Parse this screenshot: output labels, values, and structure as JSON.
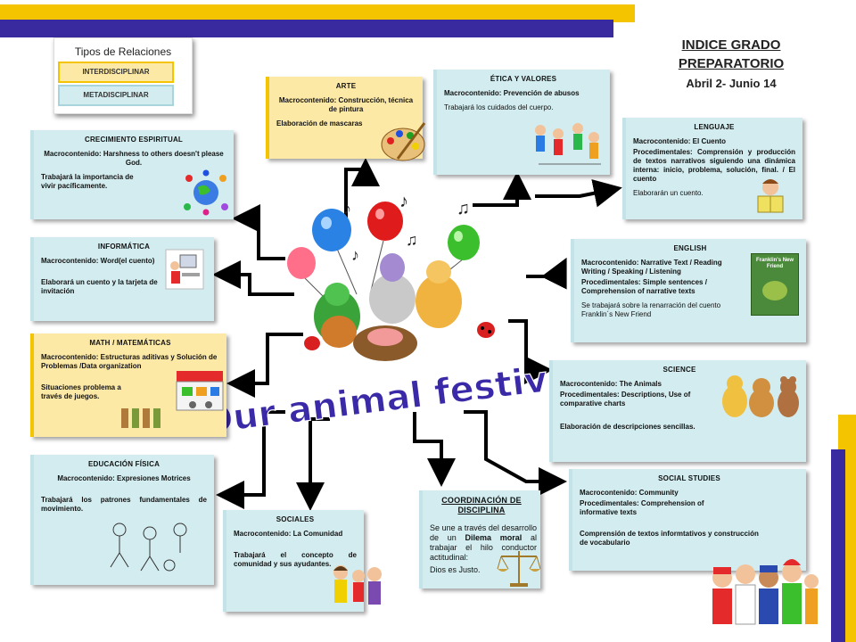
{
  "colors": {
    "top_bar_yellow": "#f5c400",
    "top_bar_purple": "#3a2aa0",
    "right_bar_yellow": "#f5c400",
    "right_bar_purple": "#3a2aa0",
    "box_blue": "#d2ecef",
    "box_yellow": "#fde9a6",
    "festival_title": "#3b2aa8"
  },
  "legend": {
    "title": "Tipos de Relaciones",
    "interdisciplinar": "INTERDISCIPLINAR",
    "metadisciplinar": "METADISCIPLINAR"
  },
  "header": {
    "line1": "INDICE GRADO",
    "line2": "PREPARATORIO",
    "dates": "Abril 2- Junio 14"
  },
  "festival_title": "Our animal festival",
  "boxes": {
    "arte": {
      "title": "ARTE",
      "p1": "Macrocontenido: Construcción, técnica de pintura",
      "p2": "Elaboración  de mascaras",
      "icon": "paint-palette-icon"
    },
    "etica": {
      "title": "ÉTICA Y VALORES",
      "p1": "Macrocontenido: Prevención  de abusos",
      "p2": "Trabajará los cuidados  del cuerpo.",
      "icon": "children-playing-icon"
    },
    "lenguaje": {
      "title": "LENGUAJE",
      "p1": "Macrocontenido: El Cuento",
      "p2": "Procedimentales: Comprensión y producción de textos narrativos siguiendo una dinámica interna: inicio, problema, solución, final. / El cuento",
      "p3": "Elaborarán  un cuento.",
      "icon": "child-reading-icon"
    },
    "crecimiento": {
      "title": "CRECIMIENTO ESPIRITUAL",
      "p1": "Macrocontenido: Harshness  to others doesn't please God.",
      "p2": "Trabajará la importancia de vivir pacíficamente.",
      "icon": "world-children-icon"
    },
    "informatica": {
      "title": "INFORMÁTICA",
      "p1": "Macrocontenido: Word(el cuento)",
      "p2": "Elaborará un cuento y la tarjeta de invitación",
      "icon": "computer-user-icon"
    },
    "math": {
      "title": "MATH / MATEMÁTICAS",
      "p1": "Macrocontenido: Estructuras aditivas y  Solución de Problemas /Data organization",
      "p2": "Situaciones  problema a través de juegos.",
      "icon": "supermarket-icon"
    },
    "english": {
      "title": "ENGLISH",
      "p1": "Macrocontenido: Narrative  Text / Reading Writing / Speaking  / Listening",
      "p2": "Procedimentales:  Simple sentences  / Comprehension of narrative texts",
      "p3": "Se trabajará sobre la renarración  del cuento Franklin´s New Friend",
      "icon": "franklin-book-icon",
      "book_title": "Franklin's New Friend"
    },
    "science": {
      "title": "SCIENCE",
      "p1": "Macrocontenido: The Animals",
      "p2": "Procedimentales:   Descriptions, Use of comparative charts",
      "p3": "Elaboración  de descripciones  sencillas.",
      "icon": "toy-animals-icon"
    },
    "educacion": {
      "title": "EDUCACIÓN FÍSICA",
      "p1": "Macrocontenido: Expresiones  Motrices",
      "p2": "Trabajará   los   patrones   fundamentales   de movimiento.",
      "icon": "kids-sports-icon"
    },
    "sociales": {
      "title": "SOCIALES",
      "p1": "Macrocontenido: La Comunidad",
      "p2": "Trabajará   el   concepto   de comunidad y sus ayudantes.",
      "icon": "family-icon"
    },
    "coordinacion": {
      "title": "COORDINACIÓN DE DISCIPLINA",
      "p1a": "Se une a través del desarrollo de un ",
      "p1b": "Dilema moral",
      "p1c": " al trabajar el hilo conductor actitudinal:",
      "p2": "Dios es Justo.",
      "icon": "justice-scale-icon"
    },
    "social_studies": {
      "title": "SOCIAL STUDIES",
      "p1": "Macrocontenido: Community",
      "p2": "Procedimentales:  Comprehension of informative texts",
      "p3": "Comprensión de textos informtativos y construcción de vocabulario",
      "icon": "community-helpers-icon"
    }
  }
}
